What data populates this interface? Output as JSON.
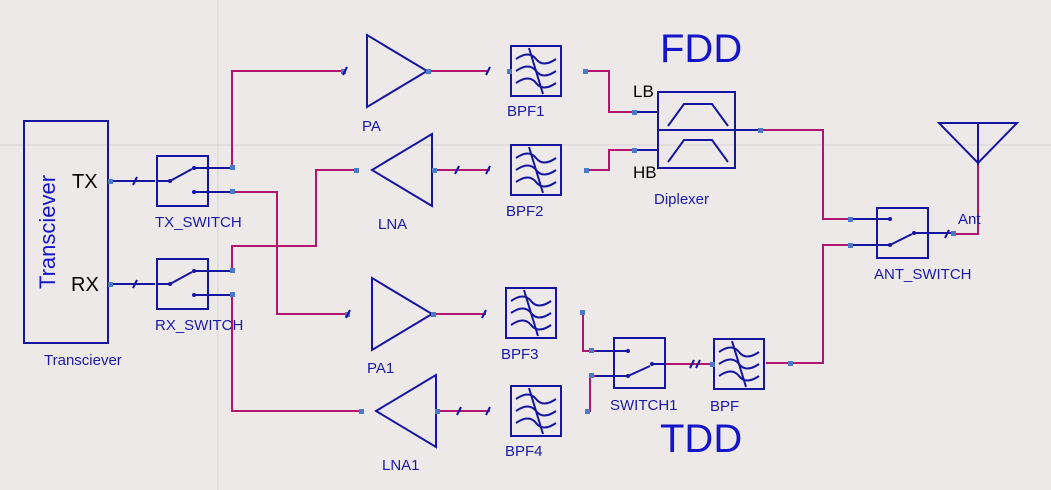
{
  "labels": {
    "fdd": "FDD",
    "tdd": "TDD",
    "transceiver_vertical": "Transciever",
    "transceiver": "Transciever",
    "tx": "TX",
    "rx": "RX",
    "tx_switch": "TX_SWITCH",
    "rx_switch": "RX_SWITCH",
    "pa": "PA",
    "lna": "LNA",
    "pa1": "PA1",
    "lna1": "LNA1",
    "bpf1": "BPF1",
    "bpf2": "BPF2",
    "bpf3": "BPF3",
    "bpf4": "BPF4",
    "bpf": "BPF",
    "lb": "LB",
    "hb": "HB",
    "diplexer": "Diplexer",
    "switch1": "SWITCH1",
    "ant_switch": "ANT_SWITCH",
    "ant": "Ant"
  },
  "colors": {
    "background": "#ede9e9",
    "block": "#1515a0",
    "wire": "#b3146e",
    "label": "#1a1aa6",
    "title": "#1515c8",
    "pin": "#4a7ac8"
  }
}
